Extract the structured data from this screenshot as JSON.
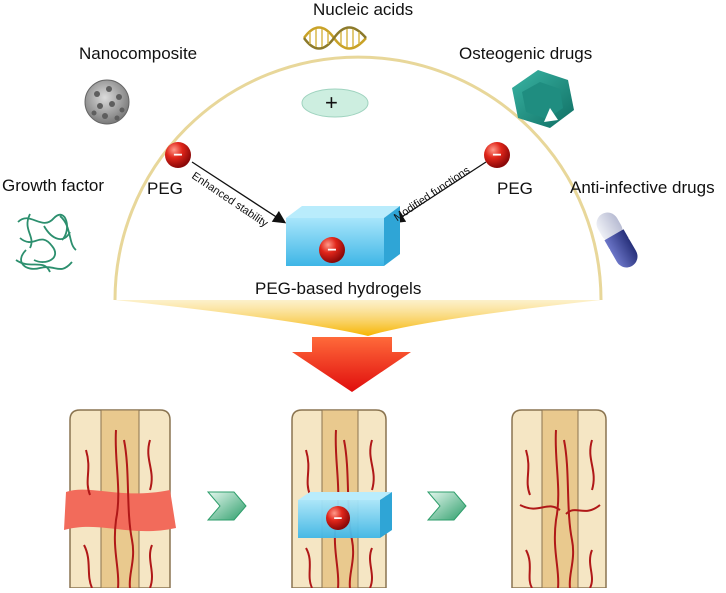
{
  "labels": {
    "nucleic_acids": "Nucleic acids",
    "nanocomposite": "Nanocomposite",
    "osteogenic_drugs": "Osteogenic drugs",
    "growth_factor": "Growth factor",
    "anti_infective_drugs": "Anti-infective drugs",
    "peg_left": "PEG",
    "peg_right": "PEG",
    "enhanced_stability": "Enhanced stability",
    "modified_functions": "Modified functions",
    "peg_hydrogels": "PEG-based hydrogels"
  },
  "symbols": {
    "plus": "+",
    "minus": "−"
  },
  "colors": {
    "dome_outline": "#e8d79a",
    "funnel": "#f6b400",
    "arrow_red": "#e8261a",
    "bone": "#f5e6c4",
    "bone_outline": "#8a7450",
    "marrow": "#e9c98e",
    "vessel": "#b01818",
    "fracture": "#f26b5b",
    "hydrogel": "#5fc9ef",
    "chevron": "#2e9e6b",
    "peg_ball": "#d61515"
  },
  "icons": [
    "dna-icon",
    "virus-particle-icon",
    "hexagon-drug-icon",
    "protein-ribbon-icon",
    "capsule-icon"
  ]
}
